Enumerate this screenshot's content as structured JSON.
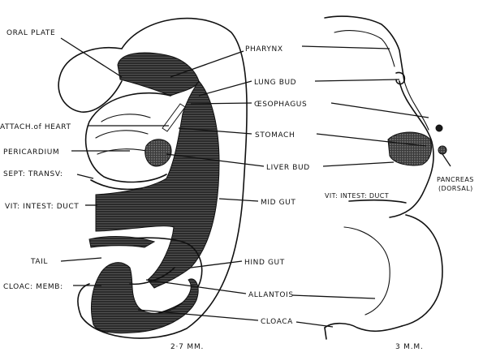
{
  "labels": {
    "oral_plate": "ORAL PLATE",
    "attach_heart": "ATTACH.of HEART",
    "pericardium": "PERICARDIUM",
    "sept_transv": "SEPT: TRANSV:",
    "vit_intest_duct_left": "VIT: INTEST: DUCT",
    "tail": "TAIL",
    "cloac_memb": "CLOAC: MEMB:",
    "pharynx": "PHARYNX",
    "lung_bud": "LUNG BUD",
    "oesophagus": "ŒSOPHAGUS",
    "stomach": "STOMACH",
    "liver_bud": "LIVER BUD",
    "mid_gut": "MID GUT",
    "hind_gut": "HIND GUT",
    "allantois": "ALLANTOIS",
    "cloaca": "CLOACA",
    "pancreas_line1": "PANCREAS",
    "pancreas_line2": "(DORSAL)",
    "vit_intest_duct_right": "VIT: INTEST: DUCT"
  },
  "scales": {
    "left_embryo": "2·7 MM.",
    "right_embryo": "3 M.M."
  },
  "colors": {
    "ink": "#111111",
    "paper": "#ffffff"
  }
}
